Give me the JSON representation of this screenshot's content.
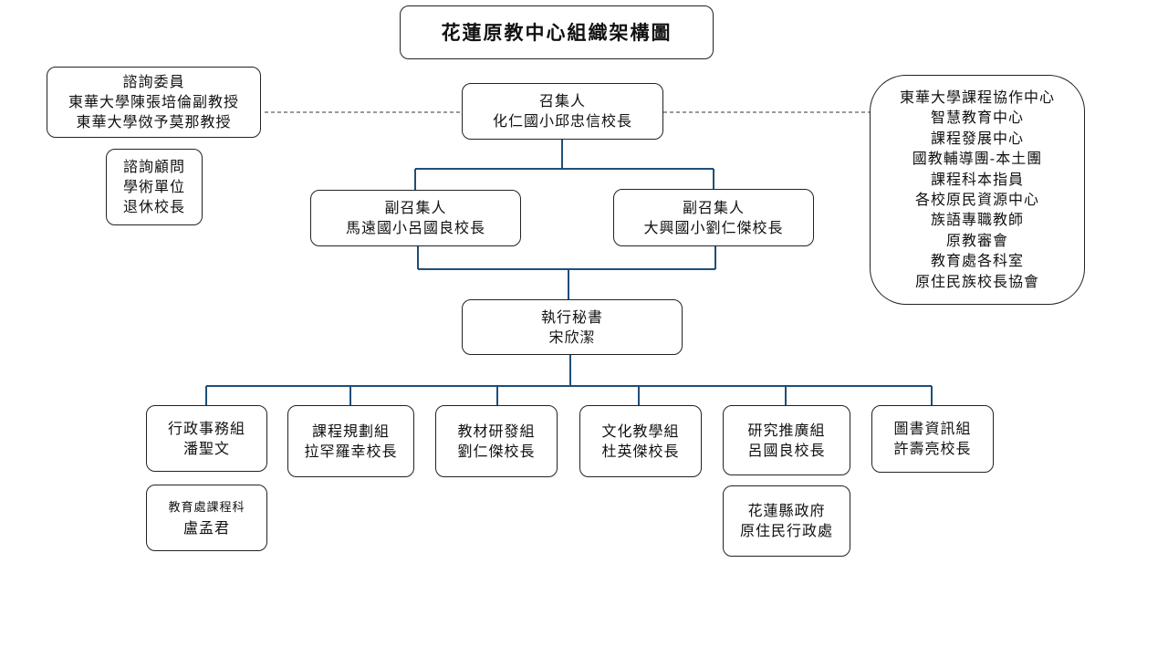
{
  "title": "花蓮原教中心組織架構圖",
  "convener": {
    "role": "召集人",
    "name": "化仁國小邱忠信校長"
  },
  "advisory_committee": {
    "role": "諮詢委員",
    "members": [
      "東華大學陳張培倫副教授",
      "東華大學傚予莫那教授"
    ]
  },
  "advisors": {
    "lines": [
      "諮詢顧問",
      "學術單位",
      "退休校長"
    ]
  },
  "partners": {
    "items": [
      "東華大學課程協作中心",
      "智慧教育中心",
      "課程發展中心",
      "國教輔導團-本土團",
      "課程科本指員",
      "各校原民資源中心",
      "族語專職教師",
      "原教審會",
      "教育處各科室",
      "原住民族校長協會"
    ]
  },
  "deputy_conveners": [
    {
      "role": "副召集人",
      "name": "馬遠國小呂國良校長"
    },
    {
      "role": "副召集人",
      "name": "大興國小劉仁傑校長"
    }
  ],
  "executive_secretary": {
    "role": "執行秘書",
    "name": "宋欣潔"
  },
  "groups": [
    {
      "name": "行政事務組",
      "leader": "潘聖文"
    },
    {
      "name": "課程規劃組",
      "leader": "拉罕羅幸校長"
    },
    {
      "name": "教材研發組",
      "leader": "劉仁傑校長"
    },
    {
      "name": "文化教學組",
      "leader": "杜英傑校長"
    },
    {
      "name": "研究推廣組",
      "leader": "呂國良校長"
    },
    {
      "name": "圖書資訊組",
      "leader": "許壽亮校長"
    }
  ],
  "sub_units": [
    {
      "unit": "教育處課程科",
      "name": "盧孟君"
    },
    {
      "unit": "花蓮縣政府",
      "name": "原住民行政處"
    }
  ],
  "colors": {
    "connector": "#1f4e79",
    "dashed": "#333333",
    "border": "#222222"
  }
}
